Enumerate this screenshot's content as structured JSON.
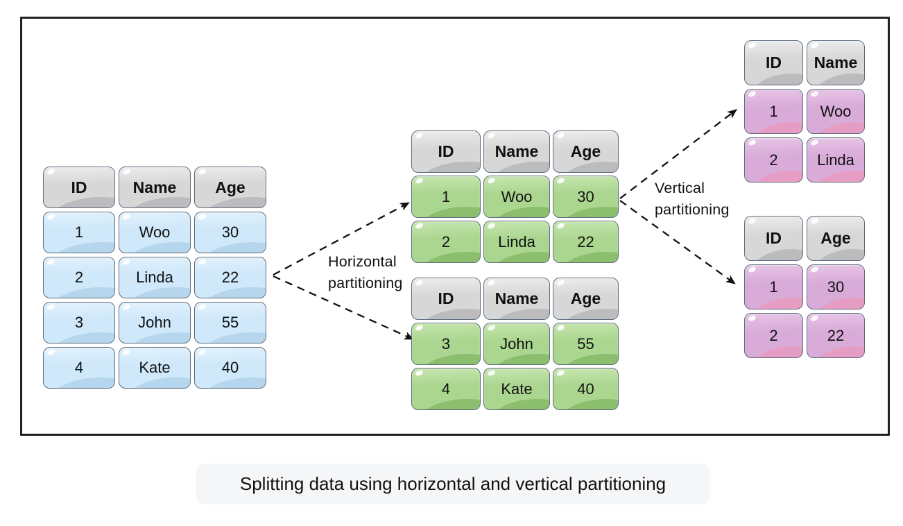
{
  "caption": "Splitting data using horizontal and vertical partitioning",
  "labels": {
    "horizontal": "Horizontal partitioning",
    "vertical": "Vertical partitioning"
  },
  "tables": {
    "original": {
      "theme": "blue",
      "headers": [
        "ID",
        "Name",
        "Age"
      ],
      "rows": [
        [
          "1",
          "Woo",
          "30"
        ],
        [
          "2",
          "Linda",
          "22"
        ],
        [
          "3",
          "John",
          "55"
        ],
        [
          "4",
          "Kate",
          "40"
        ]
      ]
    },
    "horizontal_partition_1": {
      "theme": "green",
      "headers": [
        "ID",
        "Name",
        "Age"
      ],
      "rows": [
        [
          "1",
          "Woo",
          "30"
        ],
        [
          "2",
          "Linda",
          "22"
        ]
      ]
    },
    "horizontal_partition_2": {
      "theme": "green",
      "headers": [
        "ID",
        "Name",
        "Age"
      ],
      "rows": [
        [
          "3",
          "John",
          "55"
        ],
        [
          "4",
          "Kate",
          "40"
        ]
      ]
    },
    "vertical_partition_1": {
      "theme": "pink",
      "headers": [
        "ID",
        "Name"
      ],
      "rows": [
        [
          "1",
          "Woo"
        ],
        [
          "2",
          "Linda"
        ]
      ]
    },
    "vertical_partition_2": {
      "theme": "pink",
      "headers": [
        "ID",
        "Age"
      ],
      "rows": [
        [
          "1",
          "30"
        ],
        [
          "2",
          "22"
        ]
      ]
    }
  },
  "colors": {
    "blue_cell": "#cfe8fa",
    "green_cell": "#abd690",
    "pink_cell": "#d9abd9",
    "header_cell": "#d7d7d7",
    "arrow": "#111111",
    "caption_bg": "#f5f6f8",
    "frame_border": "#1f2124"
  }
}
